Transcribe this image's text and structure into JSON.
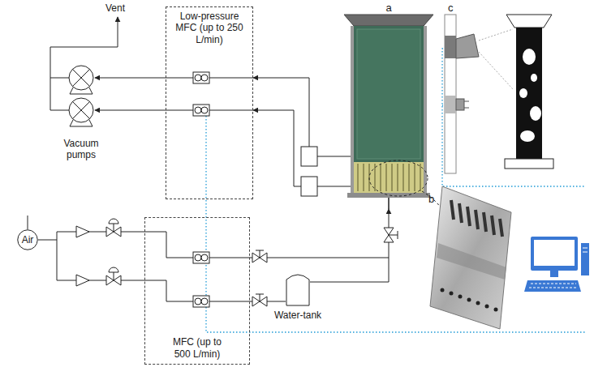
{
  "diagram": {
    "nodes": [
      {
        "text": [
          "Low-pressure MFC (up to 250 L/min)"
        ]
      },
      {
        "text": [
          "Air"
        ]
      },
      {
        "text": [
          "MFC (up to 500 L/min)"
        ]
      },
      {
        "text": [
          "Water-tank"
        ]
      },
      {
        "text": [
          "a"
        ]
      }
    ],
    "edges": [
      {
        "from": 1,
        "to": 2,
        "arrow": "none"
      },
      {
        "from": 2,
        "to": 3,
        "arrow": "none"
      },
      {
        "from": 3,
        "to": 4,
        "arrow": "to"
      },
      {
        "from": 4,
        "to": 0,
        "arrow": "to"
      },
      {
        "from": 4,
        "to": 0,
        "arrow": "to"
      }
    ],
    "labels": [
      "Vent",
      "Vacuum pumps",
      "b",
      "c"
    ]
  }
}
